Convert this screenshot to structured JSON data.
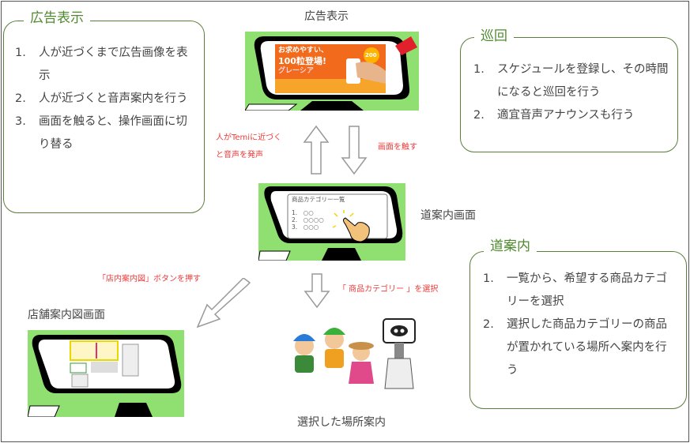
{
  "boxes": {
    "ad": {
      "title": "広告表示",
      "items": [
        {
          "num": "1.",
          "text": "人が近づくまで広告画像を表示"
        },
        {
          "num": "2.",
          "text": "人が近づくと音声案内を行う"
        },
        {
          "num": "3.",
          "text": "画面を触ると、操作画面に切り替る"
        }
      ]
    },
    "patrol": {
      "title": "巡回",
      "items": [
        {
          "num": "1.",
          "text": "スケジュールを登録し、その時間になると巡回を行う"
        },
        {
          "num": "2.",
          "text": "適宜音声アナウンスも行う"
        }
      ]
    },
    "guide": {
      "title": "道案内",
      "items": [
        {
          "num": "1.",
          "text": "一覧から、希望する商品カテゴリーを選択"
        },
        {
          "num": "2.",
          "text": "選択した商品カテゴリーの商品が置かれている場所へ案内を行う"
        }
      ]
    }
  },
  "screens": {
    "ad_label": "広告表示",
    "ad_banner": {
      "line1": "お求めやすい、",
      "line2": "100粒登場!",
      "line3": "グレーシア",
      "badge": "200"
    },
    "nav_label": "道案内画面",
    "nav_menu": {
      "title": "商品カテゴリー一覧",
      "items": [
        "1.　○○",
        "2.　○○○○",
        "3.　○○○"
      ]
    },
    "map_label": "店舗案内図画面",
    "guide_label": "選択した場所案内"
  },
  "transitions": {
    "approach_line1": "人がTemiに近づく",
    "approach_line2": "と音声を発声",
    "touch": "画面を触す",
    "map_button": "「店内案内図」ボタンを押す",
    "select_category": "「 商品カテゴリー 」を選択"
  }
}
